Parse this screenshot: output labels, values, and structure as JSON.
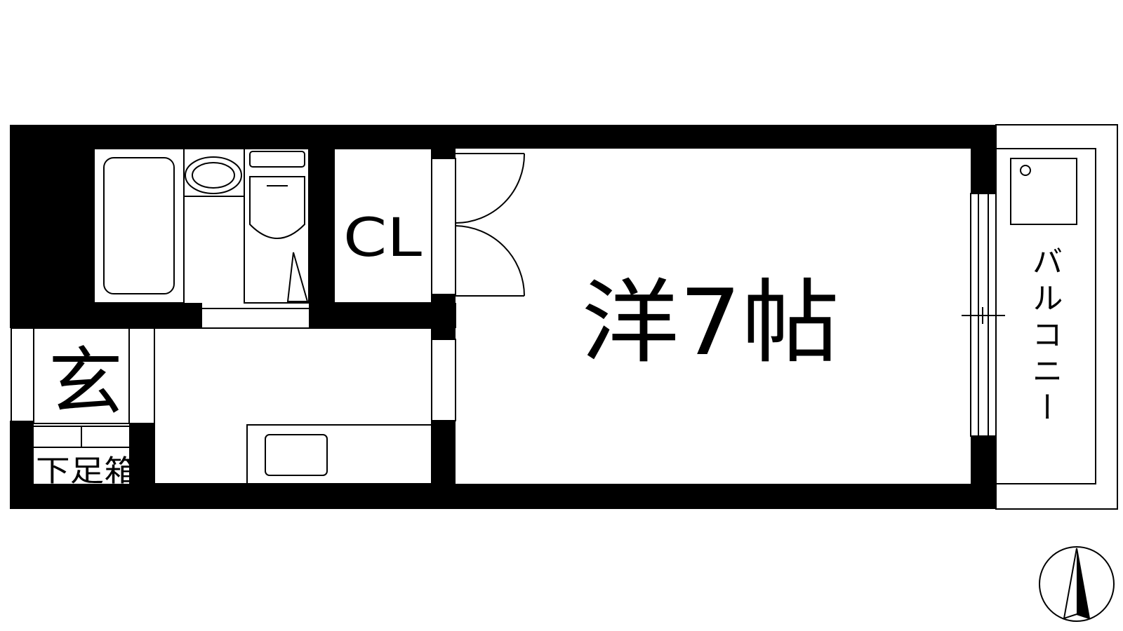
{
  "floorplan": {
    "rooms": {
      "western_room": "洋7帖",
      "closet": "CL",
      "entrance": "玄",
      "shoe_cabinet": "下足箱",
      "balcony": "バルコニー"
    }
  },
  "colors": {
    "wall": "#000000",
    "line": "#000000",
    "background": "#ffffff"
  },
  "icons": {
    "north_arrow": "north-arrow-icon"
  }
}
